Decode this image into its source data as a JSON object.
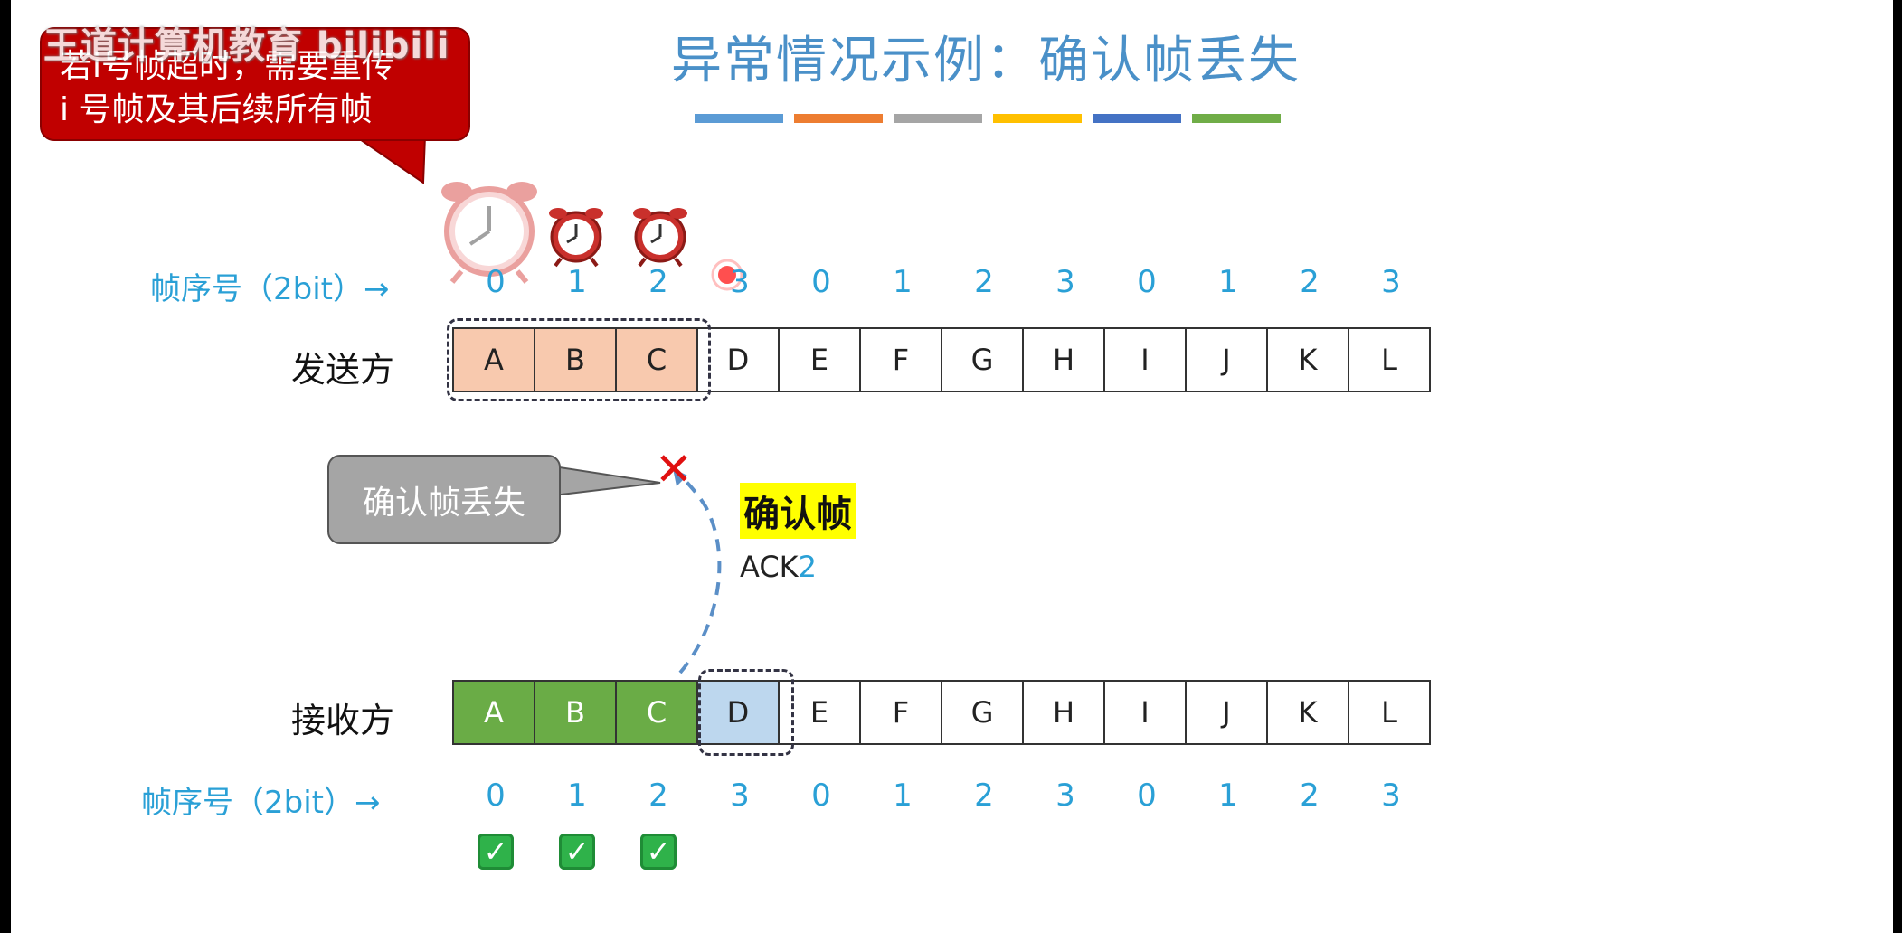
{
  "watermark": "王道计算机教育 bilibili",
  "callout_timeout": {
    "line1": "若i号帧超时，需要重传",
    "line2": "i 号帧及其后续所有帧"
  },
  "title": "异常情况示例：确认帧丢失",
  "title_bar_colors": [
    "#5b9bd5",
    "#ed7d31",
    "#a5a5a5",
    "#ffc000",
    "#4472c4",
    "#70ad47"
  ],
  "sender": {
    "label": "发送方",
    "seq_label": "帧序号（2bit）→",
    "frames": [
      "A",
      "B",
      "C",
      "D",
      "E",
      "F",
      "G",
      "H",
      "I",
      "J",
      "K",
      "L"
    ],
    "seq_numbers": [
      "0",
      "1",
      "2",
      "3",
      "0",
      "1",
      "2",
      "3",
      "0",
      "1",
      "2",
      "3"
    ],
    "sent_count": 3
  },
  "receiver": {
    "label": "接收方",
    "seq_label": "帧序号（2bit）→",
    "frames": [
      "A",
      "B",
      "C",
      "D",
      "E",
      "F",
      "G",
      "H",
      "I",
      "J",
      "K",
      "L"
    ],
    "seq_numbers": [
      "0",
      "1",
      "2",
      "3",
      "0",
      "1",
      "2",
      "3",
      "0",
      "1",
      "2",
      "3"
    ],
    "received_count": 3,
    "check_glyph": "✓"
  },
  "lost_callout": "确认帧丢失",
  "ack": {
    "title": "确认帧",
    "prefix": "ACK",
    "number": "2"
  },
  "lost_mark": "✕",
  "colors": {
    "sent_fill": "#f8c9ae",
    "received_fill": "#6aac46",
    "expected_fill": "#bdd7ee",
    "accent": "#2aa0d6",
    "alert_red": "#c00000"
  }
}
